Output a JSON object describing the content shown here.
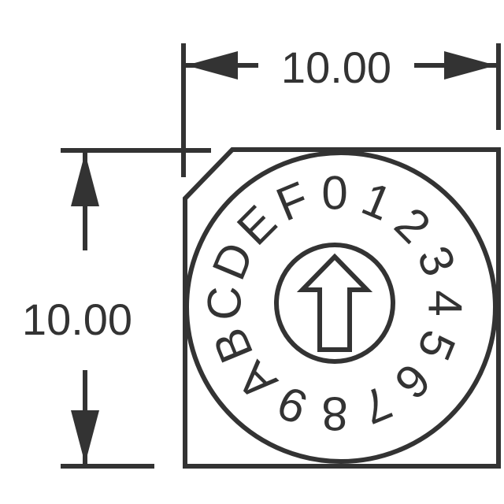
{
  "drawing": {
    "line_color": "#333333",
    "background": "#ffffff",
    "width_dimension": "10.00",
    "height_dimension": "10.00",
    "dial_characters": [
      "0",
      "1",
      "2",
      "3",
      "4",
      "5",
      "6",
      "7",
      "8",
      "9",
      "A",
      "B",
      "C",
      "D",
      "E",
      "F"
    ],
    "pointer_icon": "up-arrow-icon"
  }
}
